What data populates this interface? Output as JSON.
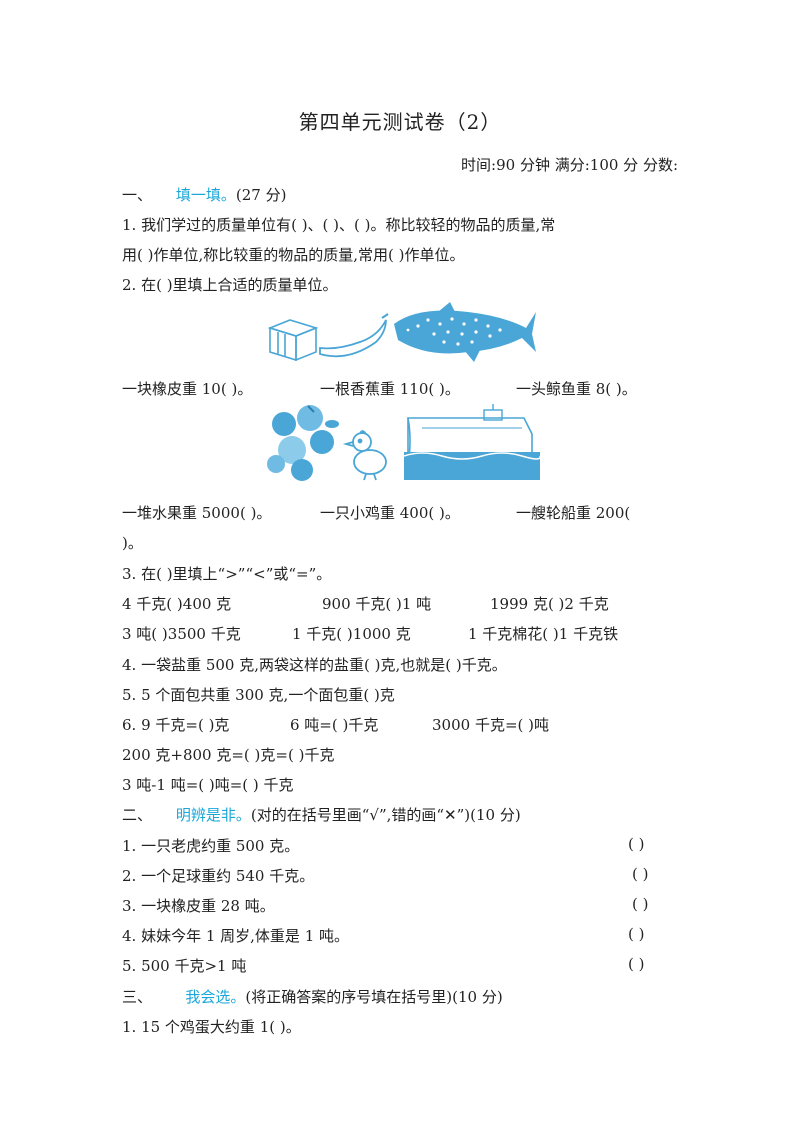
{
  "title": "第四单元测试卷（2）",
  "meta": "时间:90 分钟    满分:100 分    分数:",
  "section1": {
    "num": "一、",
    "name": "填一填。",
    "score": "(27 分)",
    "q1_a": "1. 我们学过的质量单位有(      )、(      )、(      )。称比较轻的物品的质量,常",
    "q1_b": "用(      )作单位,称比较重的物品的质量,常用(      )作单位。",
    "q2": "2. 在(      )里填上合适的质量单位。",
    "q2_row1": [
      "一块橡皮重 10(      )。",
      "一根香蕉重 110(      )。",
      "一头鲸鱼重 8(      )。"
    ],
    "q2_row2": [
      "一堆水果重 5000(      )。",
      "一只小鸡重 400(      )。",
      "一艘轮船重 200("
    ],
    "q2_row2_tail": ")。",
    "q3": "3. 在(      )里填上“>”“<”或“=”。",
    "q3_row1": [
      "4 千克(      )400 克",
      "900 千克(      )1 吨",
      "1999 克(      )2 千克"
    ],
    "q3_row2": [
      "3 吨(      )3500 千克",
      "1 千克(      )1000 克",
      "1 千克棉花(      )1 千克铁"
    ],
    "q4": "4. 一袋盐重 500 克,两袋这样的盐重(      )克,也就是(      )千克。",
    "q5": "5.  5 个面包共重 300 克,一个面包重(      )克",
    "q6_row1": [
      "6. 9 千克=(      )克",
      "6 吨=(      )千克",
      "3000 千克=(      )吨"
    ],
    "q6_row2": "200 克+800 克=(      )克=(      )千克",
    "q6_row3": "3 吨-1 吨=(      )吨=(      )  千克"
  },
  "section2": {
    "num": "二、",
    "name": "明辨是非。",
    "desc": "(对的在括号里画“√”,错的画“✕”)(10 分)",
    "items": [
      "1. 一只老虎约重 500 克。",
      "2. 一个足球重约 540 千克。",
      "3. 一块橡皮重 28 吨。",
      "4. 妹妹今年 1 周岁,体重是 1 吨。",
      "5.  500 千克>1 吨"
    ],
    "paren": "(      )"
  },
  "section3": {
    "num": "三、",
    "name": "我会选。",
    "desc": "(将正确答案的序号填在括号里)(10 分)",
    "q1": "1. 15 个鸡蛋大约重 1(      )。"
  },
  "colors": {
    "accent": "#1aa7d8",
    "picture": "#4aa6d6"
  }
}
